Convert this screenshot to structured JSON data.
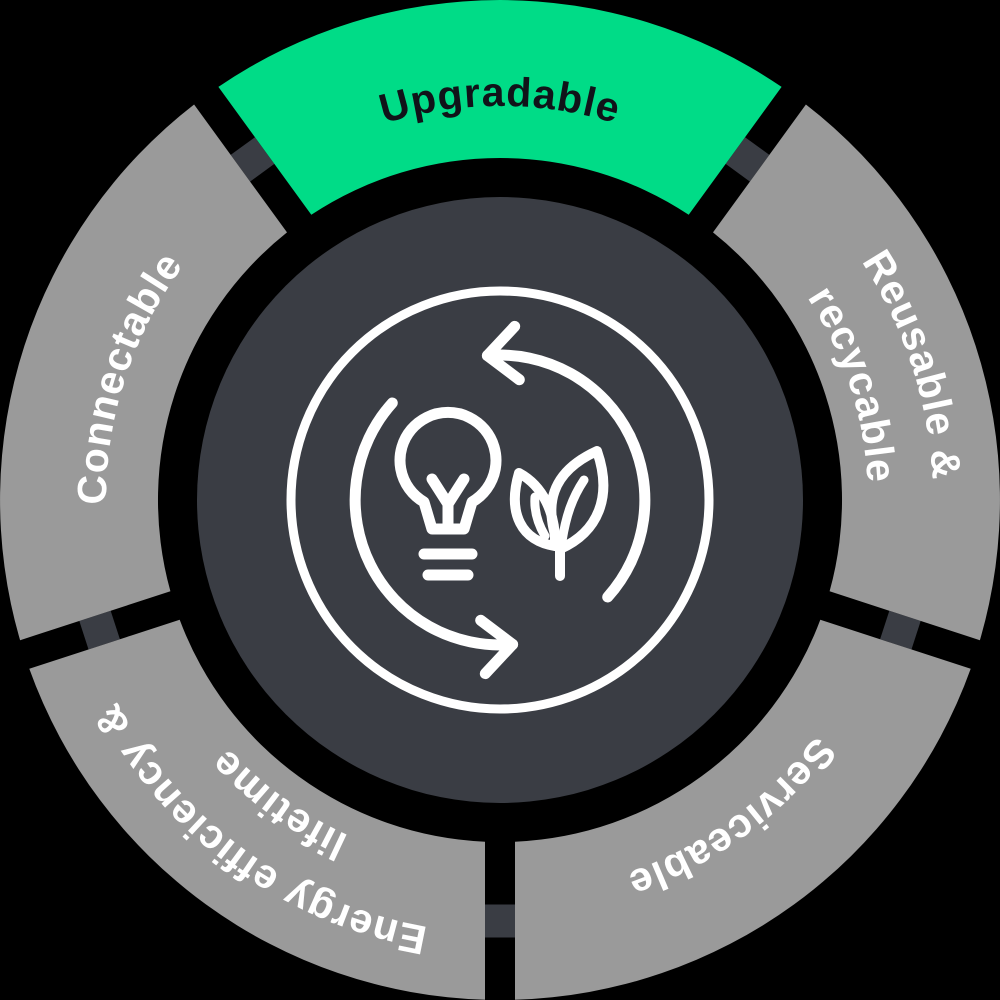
{
  "background_color": "#000000",
  "colors": {
    "highlight_green": "#00DC87",
    "segment_gray": "#9A9A9A",
    "hub_charcoal": "#3A3D44",
    "connector_charcoal": "#3A3D44",
    "label_on_highlight": "#101319",
    "label_on_gray": "#FFFFFF",
    "icon_white": "#FFFFFF"
  },
  "wheel": {
    "segments": [
      {
        "id": "upgradable",
        "lines": [
          "Upgradable"
        ],
        "highlighted": true
      },
      {
        "id": "reusable-recycable",
        "lines": [
          "Reusable &",
          "recycable"
        ],
        "highlighted": false
      },
      {
        "id": "serviceable",
        "lines": [
          "Serviceable"
        ],
        "highlighted": false
      },
      {
        "id": "energy-efficiency-lifetime",
        "lines": [
          "Energy efficiency &",
          "lifetime"
        ],
        "highlighted": false
      },
      {
        "id": "connectable",
        "lines": [
          "Connectable"
        ],
        "highlighted": false
      }
    ],
    "center_icon": {
      "parts": [
        "circle-outline",
        "cycle-arrows",
        "lightbulb",
        "leaf"
      ]
    }
  }
}
